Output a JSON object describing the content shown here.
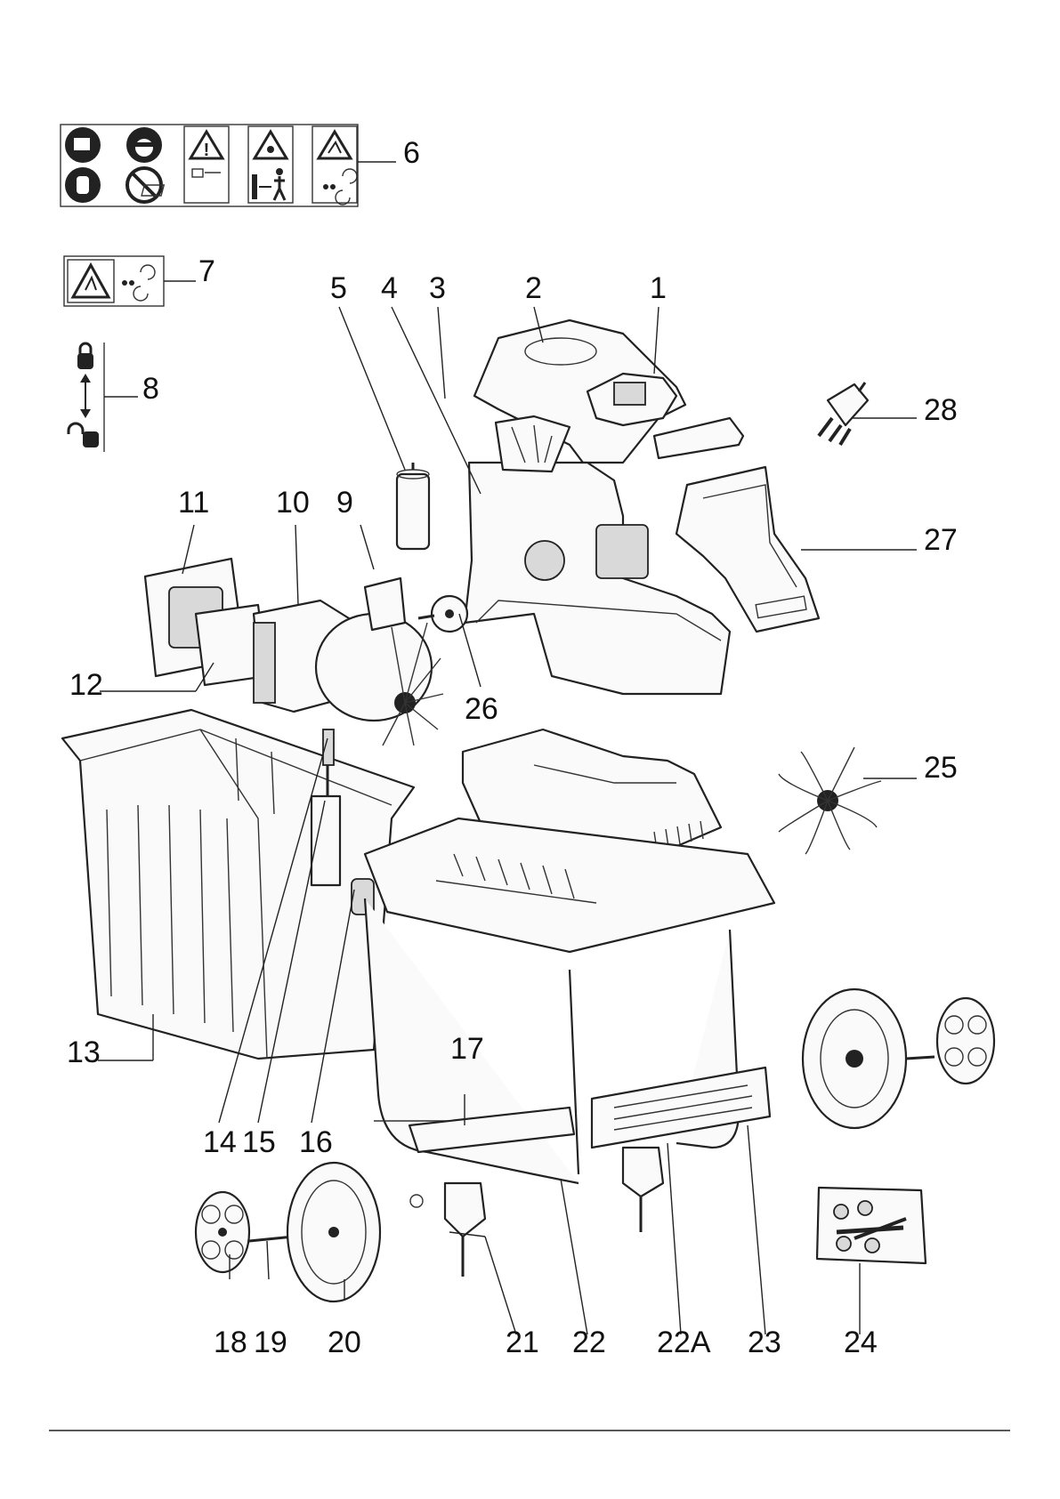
{
  "part_labels": {
    "p1": "1",
    "p2": "2",
    "p3": "3",
    "p4": "4",
    "p5": "5",
    "p6": "6",
    "p7": "7",
    "p8": "8",
    "p9": "9",
    "p10": "10",
    "p11": "11",
    "p12": "12",
    "p13": "13",
    "p14": "14",
    "p15": "15",
    "p16": "16",
    "p17": "17",
    "p18": "18",
    "p19": "19",
    "p20": "20",
    "p21": "21",
    "p22": "22",
    "p22A": "22A",
    "p23": "23",
    "p24": "24",
    "p25": "25",
    "p26": "26",
    "p27": "27",
    "p28": "28"
  },
  "icons": {
    "safety_label_panel": [
      "read-manual-icon",
      "face-protection-icon",
      "gloves-icon",
      "no-spraying-icon",
      "warning-unplug-icon",
      "keep-distance-icon",
      "rotating-blades-icon"
    ],
    "blade_label": [
      "warning-hand-icon",
      "rotating-blades-icon"
    ],
    "lock_label": [
      "locked-icon",
      "double-arrow-icon",
      "unlocked-icon"
    ]
  },
  "colors": {
    "line": "#222222",
    "background": "#ffffff"
  }
}
